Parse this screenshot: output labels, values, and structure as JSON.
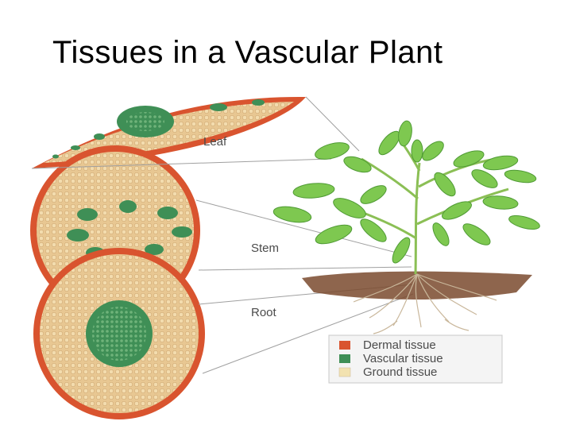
{
  "title": "Tissues in a Vascular Plant",
  "labels": {
    "leaf": "Leaf",
    "stem": "Stem",
    "root": "Root"
  },
  "legend": [
    {
      "label": "Dermal tissue",
      "color": "#d9542f"
    },
    {
      "label": "Vascular tissue",
      "color": "#3f8f56"
    },
    {
      "label": "Ground tissue",
      "color": "#f2e2b0"
    }
  ],
  "colors": {
    "dermal": "#d9542f",
    "vascular": "#3f8f56",
    "ground": "#e6c48f",
    "leaf_green": "#7ec850",
    "root_line": "#c9b79b",
    "soil": "#7a4a2e"
  }
}
